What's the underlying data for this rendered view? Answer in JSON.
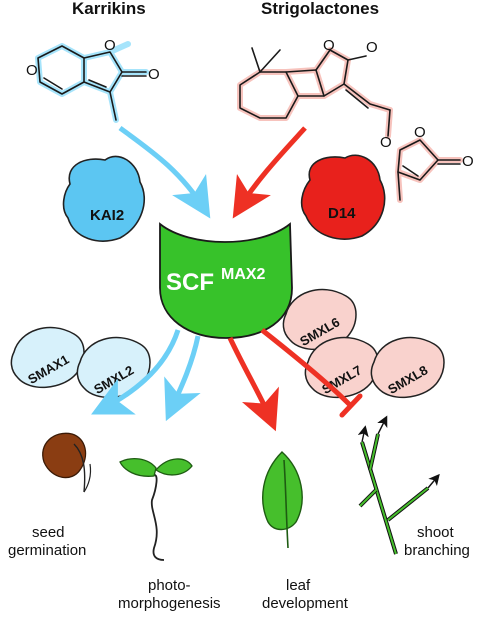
{
  "molecules": {
    "karrikins": "Karrikins",
    "strigolactones": "Strigolactones"
  },
  "receptors": {
    "kai2": "KAI2",
    "d14": "D14"
  },
  "complex": {
    "main": "SCF",
    "superscript": "MAX2"
  },
  "repressors": {
    "smax1": "SMAX1",
    "smxl2": "SMXL2",
    "smxl6": "SMXL6",
    "smxl7": "SMXL7",
    "smxl8": "SMXL8"
  },
  "outcomes": {
    "seed_line1": "seed",
    "seed_line2": "germination",
    "photo_line1": "photo-",
    "photo_line2": "morphogenesis",
    "leaf_line1": "leaf",
    "leaf_line2": "development",
    "shoot_line1": "shoot",
    "shoot_line2": "branching"
  },
  "colors": {
    "karrikin_blue": "#6ccff6",
    "kai2_fill": "#5cc6f2",
    "strigolactone_red": "#ee3124",
    "d14_fill": "#e8211c",
    "scf_green": "#37c22a",
    "smax_fill": "#d7f1fb",
    "smxl_fill": "#f9d2cd",
    "leaf_green": "#46bf2c",
    "seed_brown": "#8a3d12"
  },
  "icons": [
    "seed-icon",
    "seedling-icon",
    "leaf-icon",
    "shoot-branch-icon"
  ]
}
